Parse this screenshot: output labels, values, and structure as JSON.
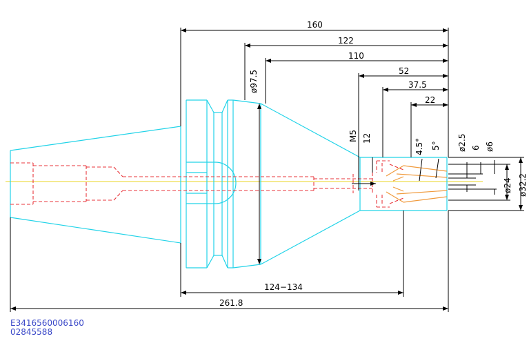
{
  "dimensions": {
    "d160": "160",
    "d122": "122",
    "d110": "110",
    "d52": "52",
    "d37_5": "37.5",
    "d22": "22",
    "dia97_5": "ø97.5",
    "m5": "M5",
    "d12": "12",
    "angle4_5": "4.5°",
    "angle5": "5°",
    "dia2_5": "ø2.5",
    "d6": "6",
    "dia6": "ø6",
    "dia24": "ø24",
    "dia32_2": "ø32.2",
    "d124_134": "124−134",
    "d261_8": "261.8"
  },
  "part_codes": {
    "line1": "E3416560006160",
    "line2": "02845588"
  }
}
